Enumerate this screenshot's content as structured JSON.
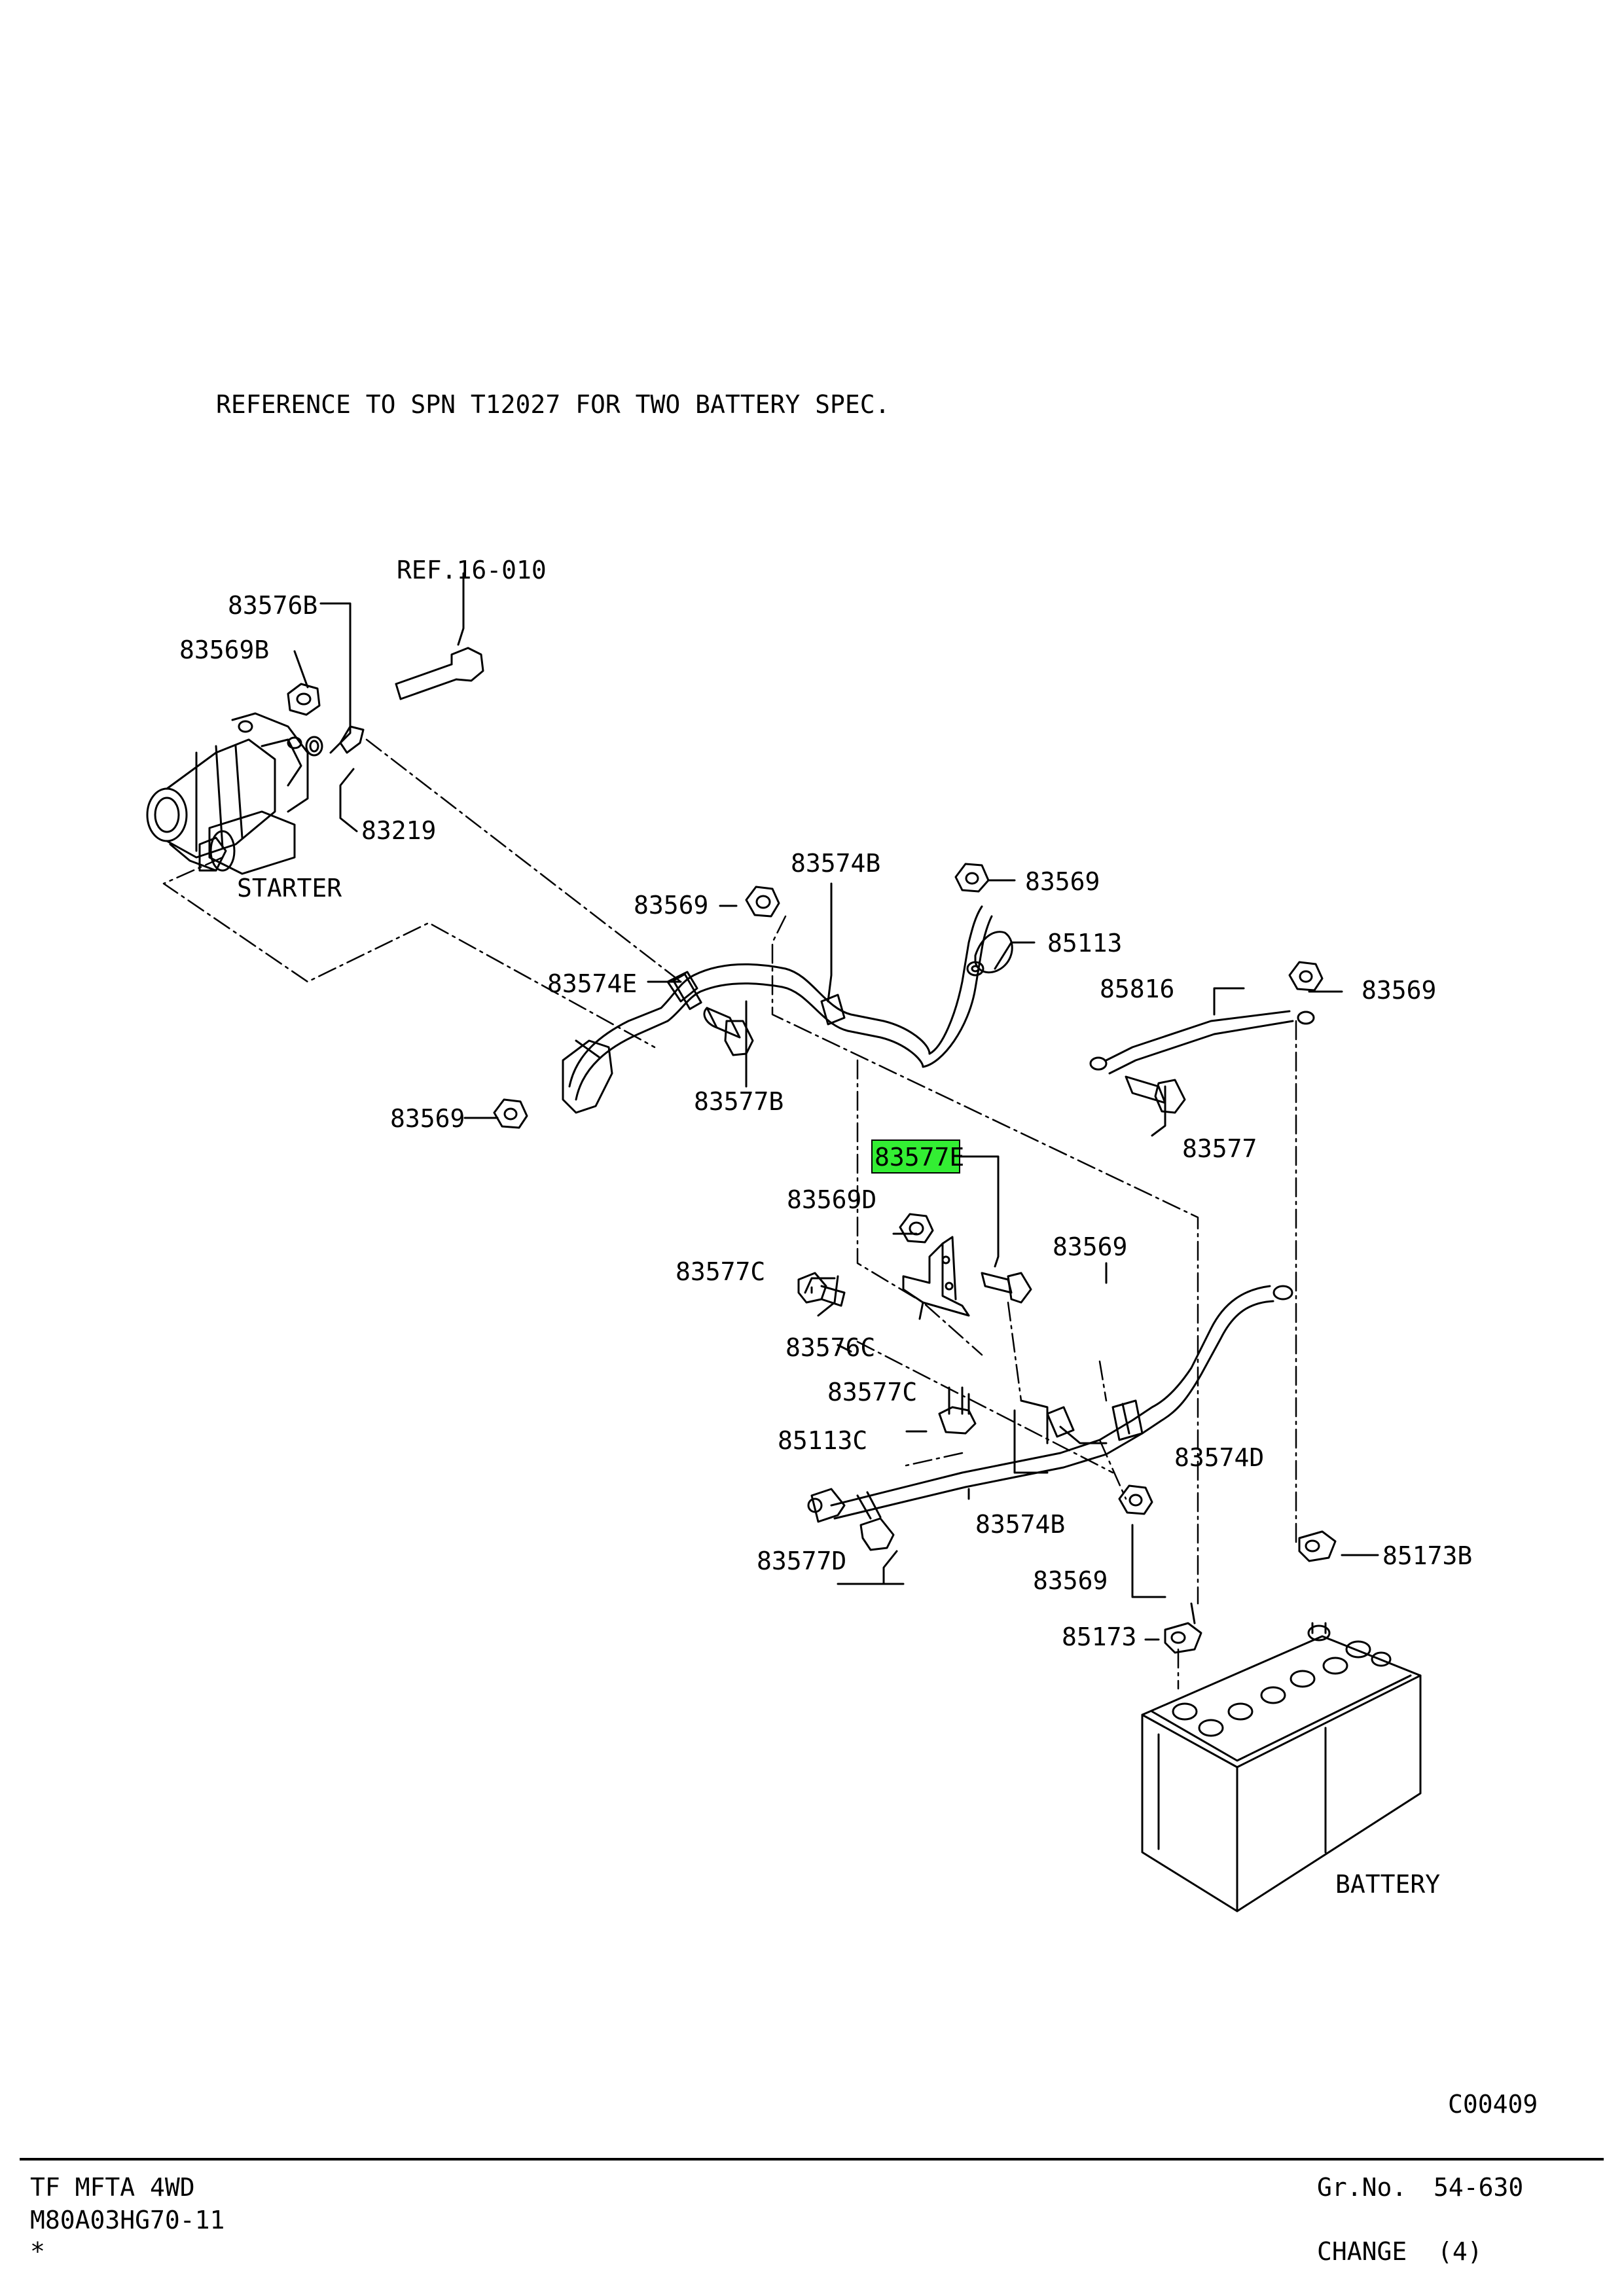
{
  "reference_note": "REFERENCE TO SPN T12027 FOR TWO BATTERY SPEC.",
  "labels": {
    "ref": "REF.16-010",
    "p83576B": "83576B",
    "p83569B": "83569B",
    "p83219": "83219",
    "starter": "STARTER",
    "p83574B_top": "83574B",
    "p83569_a": "83569",
    "p83569_b": "83569",
    "p85113": "85113",
    "p83574E": "83574E",
    "p83577B": "83577B",
    "p83569_c": "83569",
    "p85816": "85816",
    "p83569_d": "83569",
    "p83577": "83577",
    "p83577E": "83577E",
    "p83569D": "83569D",
    "p83577C_a": "83577C",
    "p83569_e": "83569",
    "p83576C": "83576C",
    "p83577C_b": "83577C",
    "p85113C": "85113C",
    "p83574D": "83574D",
    "p83574B_bot": "83574B",
    "p83577D": "83577D",
    "p83569_f": "83569",
    "p85173B": "85173B",
    "p85173": "85173",
    "battery": "BATTERY",
    "code": "C00409"
  },
  "highlight_color": "#33ee33",
  "footer": {
    "model": "TF MFTA 4WD",
    "catalog": "M80A03HG70-11",
    "mark": "*",
    "grno_label": "Gr.No.",
    "grno_value": "54-630",
    "change_label": "CHANGE",
    "change_value": "(4)"
  }
}
